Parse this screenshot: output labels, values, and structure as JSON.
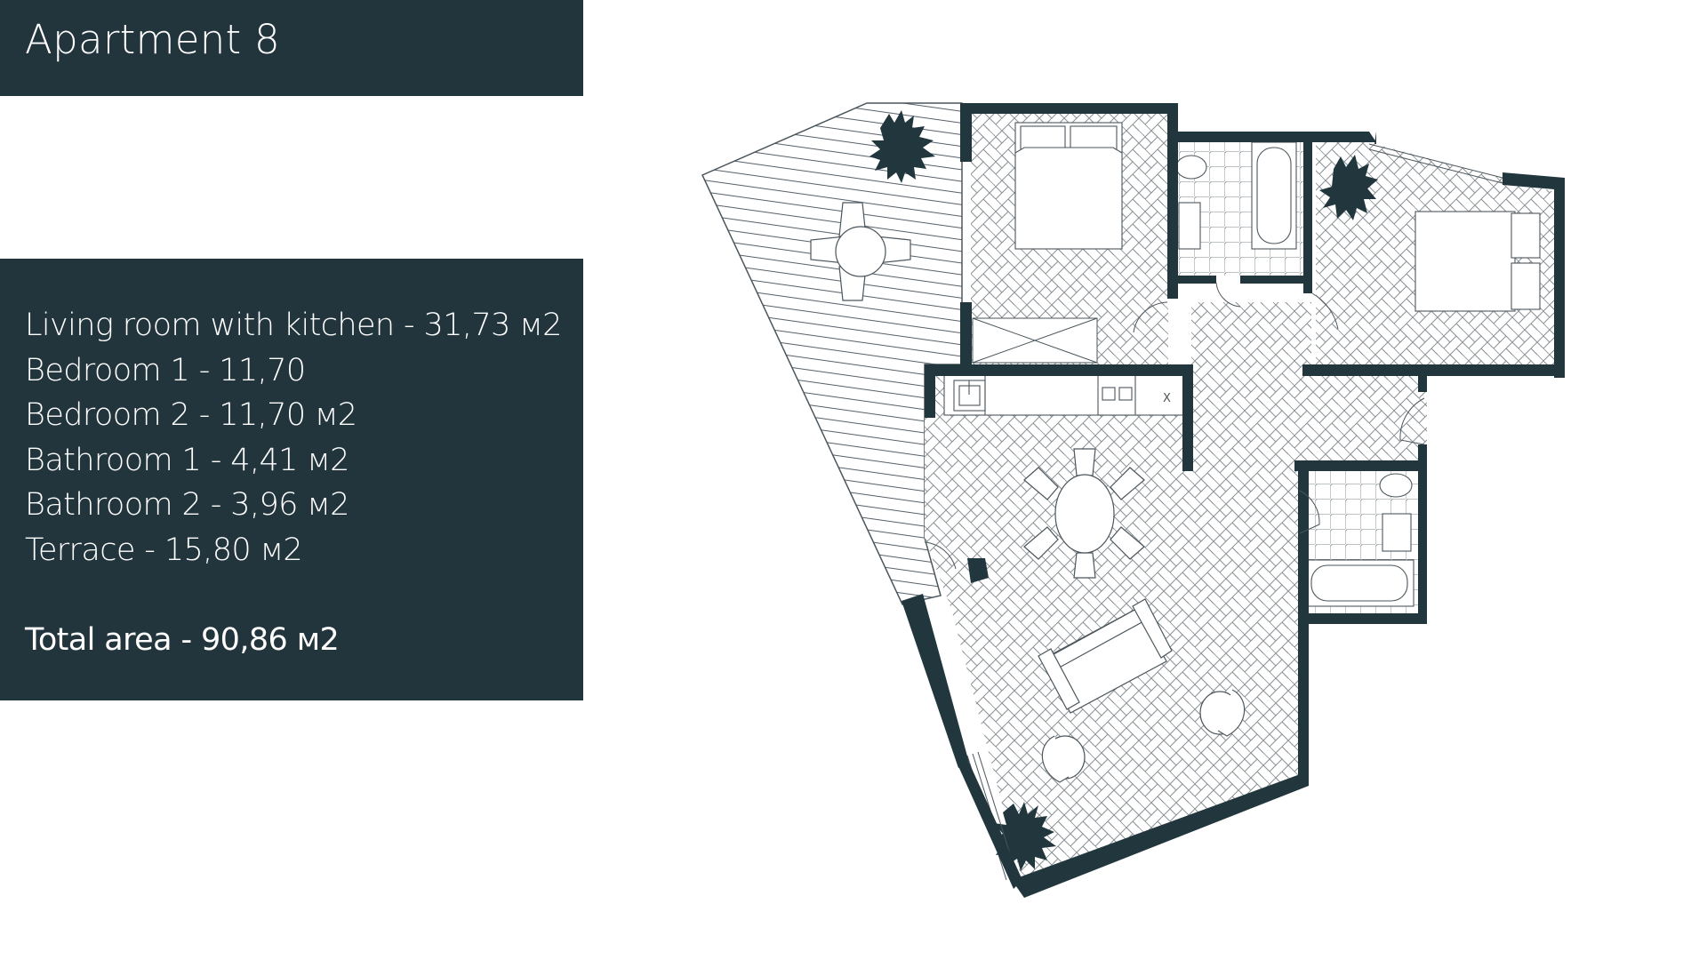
{
  "header": {
    "title": "Apartment 8"
  },
  "rooms": [
    {
      "label": "Living room with kitchen - 31,73 м2",
      "name": "Living room with kitchen",
      "area": "31,73",
      "unit": "м2"
    },
    {
      "label": "Bedroom 1 - 11,70",
      "name": "Bedroom 1",
      "area": "11,70",
      "unit": ""
    },
    {
      "label": "Bedroom 2 - 11,70 м2",
      "name": "Bedroom 2",
      "area": "11,70",
      "unit": "м2"
    },
    {
      "label": "Bathroom 1 - 4,41 м2",
      "name": "Bathroom 1",
      "area": "4,41",
      "unit": "м2"
    },
    {
      "label": "Bathroom 2 - 3,96 м2",
      "name": "Bathroom 2",
      "area": "3,96",
      "unit": "м2"
    },
    {
      "label": "Terrace - 15,80 м2",
      "name": "Terrace",
      "area": "15,80",
      "unit": "м2"
    }
  ],
  "total": {
    "label": "Total area - 90,86 м2",
    "area": "90,86",
    "unit": "м2"
  },
  "floor_plan": {
    "kitchen_marker": "X",
    "colors": {
      "panel": "#22343c",
      "wall": "#21363d",
      "line": "#6b7478",
      "background": "#ffffff",
      "text": "#ffffff"
    }
  }
}
